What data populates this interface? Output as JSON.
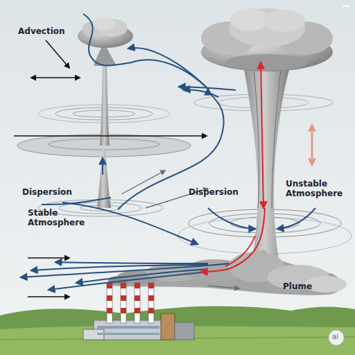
{
  "diagram": {
    "labels": [
      "Advection",
      "Dispersion",
      "Stable Atmosphere",
      "Dispersion",
      "Unstable Atmosphere",
      "Plume",
      "ai"
    ]
  }
}
